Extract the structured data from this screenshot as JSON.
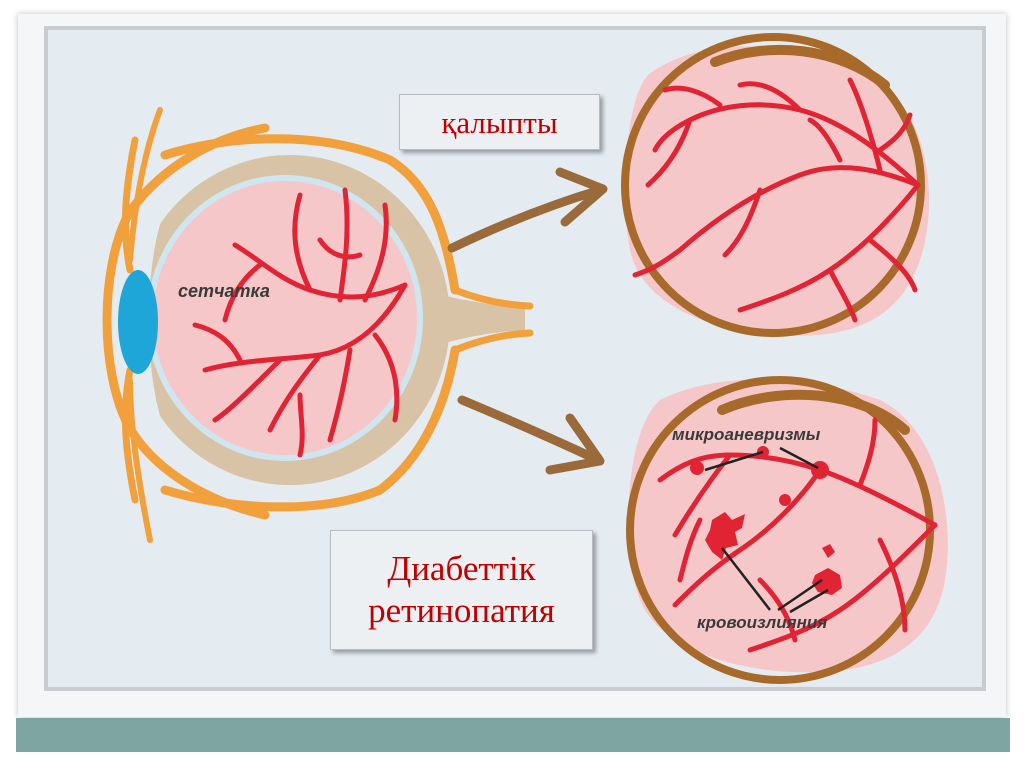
{
  "diagram": {
    "retina_label": "сетчатка",
    "normal_label": "қалыпты",
    "diabetic_label_line1": "Диабеттік",
    "diabetic_label_line2": "ретинопатия",
    "microaneurysms_label": "микроаневризмы",
    "hemorrhages_label": "кровоизлияния"
  },
  "colors": {
    "retina_pink": "#f6c7c9",
    "vessel_red": "#e02434",
    "eye_outline_orange": "#f2a03c",
    "sclera_tan": "#d9c3a6",
    "lens_blue": "#1ea6d8",
    "fundus_ring_brown": "#a86a2a",
    "arrow_brown": "#9a6a3a",
    "label_text_red": "#c00000",
    "footer_teal": "#7fa5a3"
  }
}
